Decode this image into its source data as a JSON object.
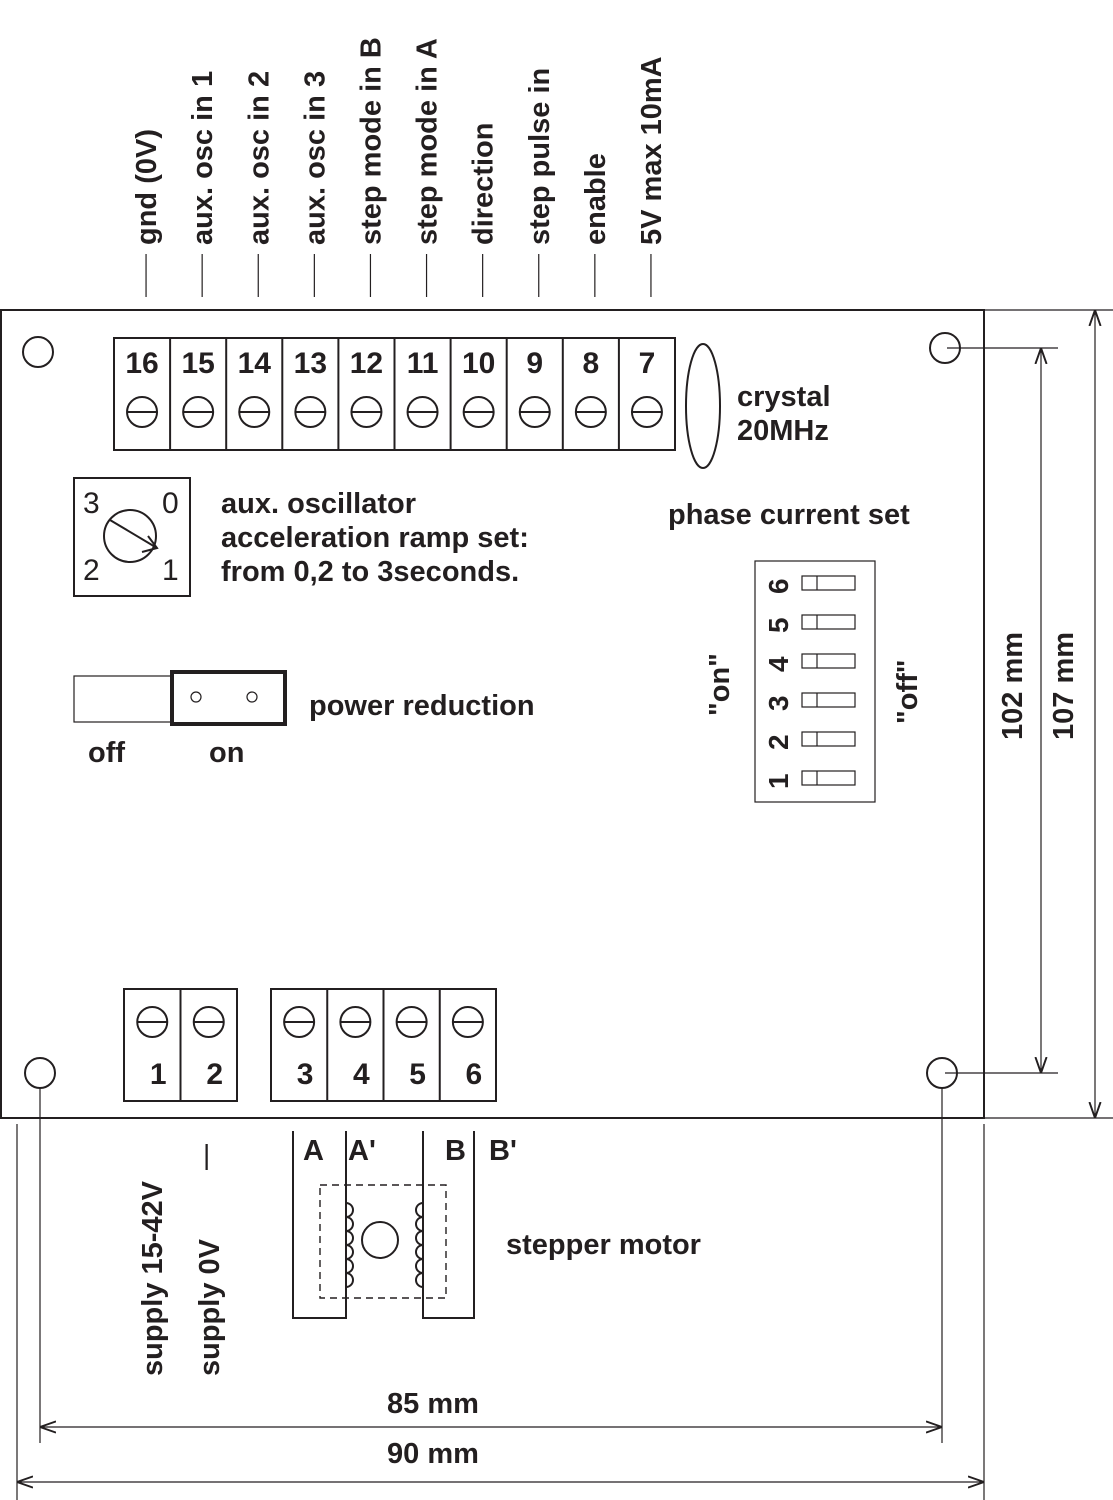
{
  "colors": {
    "ink": "#231f20",
    "paper": "#ffffff"
  },
  "top_pins": [
    {
      "number": "16",
      "label": "gnd (0V)"
    },
    {
      "number": "15",
      "label": "aux. osc in 1"
    },
    {
      "number": "14",
      "label": "aux. osc in 2"
    },
    {
      "number": "13",
      "label": "aux. osc in 3"
    },
    {
      "number": "12",
      "label": "step mode in B"
    },
    {
      "number": "11",
      "label": "step mode in A"
    },
    {
      "number": "10",
      "label": "direction"
    },
    {
      "number": "9",
      "label": "step pulse in"
    },
    {
      "number": "8",
      "label": "enable"
    },
    {
      "number": "7",
      "label": "5V max 10mA"
    }
  ],
  "crystal": {
    "line1": "crystal",
    "line2": "20MHz"
  },
  "rotary_switch": {
    "positions": [
      "3",
      "0",
      "2",
      "1"
    ],
    "caption": [
      "aux. oscillator",
      "acceleration ramp set:",
      "from 0,2 to 3seconds."
    ]
  },
  "power_reduction": {
    "label": "power reduction",
    "off": "off",
    "on": "on"
  },
  "dip_switch": {
    "title": "phase current set",
    "numbers": [
      "6",
      "5",
      "4",
      "3",
      "2",
      "1"
    ],
    "on_label": "\"on\"",
    "off_label": "\"off\""
  },
  "bottom_pins": {
    "supply": [
      "1",
      "2"
    ],
    "motor": [
      "3",
      "4",
      "5",
      "6"
    ]
  },
  "supply_labels": [
    "supply 15-42V",
    "supply  0V",
    "|"
  ],
  "motor": {
    "label": "stepper motor",
    "phases": [
      "A",
      "A'",
      "B",
      "B'"
    ]
  },
  "dimensions": {
    "height_inner": "102 mm",
    "height_outer": "107 mm",
    "width_inner": "85 mm",
    "width_outer": "90 mm"
  }
}
